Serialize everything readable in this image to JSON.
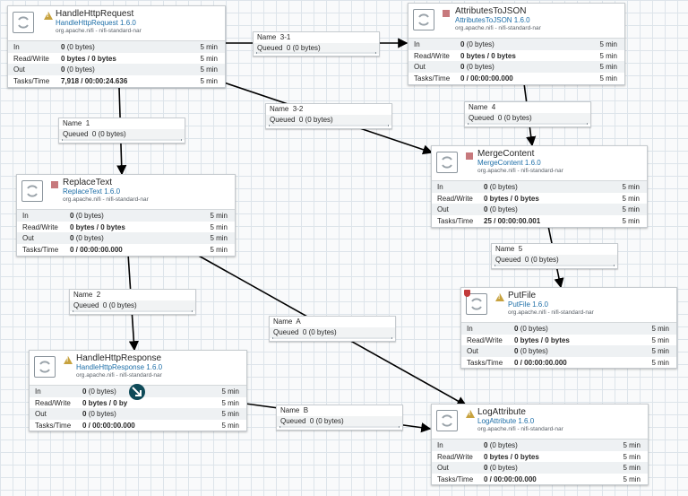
{
  "processors": [
    {
      "id": "handle-http-request",
      "name": "HandleHttpRequest",
      "type": "HandleHttpRequest 1.6.0",
      "bundle": "org.apache.nifi - nifi-standard-nar",
      "status": "warning",
      "stats": [
        {
          "label": "In",
          "value": "0",
          "detail": "(0 bytes)",
          "time": "5 min"
        },
        {
          "label": "Read/Write",
          "value": "0 bytes / 0 bytes",
          "detail": "",
          "time": "5 min"
        },
        {
          "label": "Out",
          "value": "0",
          "detail": "(0 bytes)",
          "time": "5 min"
        },
        {
          "label": "Tasks/Time",
          "value": "7,918 / 00:00:24.636",
          "detail": "",
          "time": "5 min"
        }
      ]
    },
    {
      "id": "attributes-to-json",
      "name": "AttributesToJSON",
      "type": "AttributesToJSON 1.6.0",
      "bundle": "org.apache.nifi - nifi-standard-nar",
      "status": "stopped",
      "stats": [
        {
          "label": "In",
          "value": "0",
          "detail": "(0 bytes)",
          "time": "5 min"
        },
        {
          "label": "Read/Write",
          "value": "0 bytes / 0 bytes",
          "detail": "",
          "time": "5 min"
        },
        {
          "label": "Out",
          "value": "0",
          "detail": "(0 bytes)",
          "time": "5 min"
        },
        {
          "label": "Tasks/Time",
          "value": "0 / 00:00:00.000",
          "detail": "",
          "time": "5 min"
        }
      ]
    },
    {
      "id": "replace-text",
      "name": "ReplaceText",
      "type": "ReplaceText 1.6.0",
      "bundle": "org.apache.nifi - nifi-standard-nar",
      "status": "stopped",
      "stats": [
        {
          "label": "In",
          "value": "0",
          "detail": "(0 bytes)",
          "time": "5 min"
        },
        {
          "label": "Read/Write",
          "value": "0 bytes / 0 bytes",
          "detail": "",
          "time": "5 min"
        },
        {
          "label": "Out",
          "value": "0",
          "detail": "(0 bytes)",
          "time": "5 min"
        },
        {
          "label": "Tasks/Time",
          "value": "0 / 00:00:00.000",
          "detail": "",
          "time": "5 min"
        }
      ]
    },
    {
      "id": "merge-content",
      "name": "MergeContent",
      "type": "MergeContent 1.6.0",
      "bundle": "org.apache.nifi - nifi-standard-nar",
      "status": "stopped",
      "stats": [
        {
          "label": "In",
          "value": "0",
          "detail": "(0 bytes)",
          "time": "5 min"
        },
        {
          "label": "Read/Write",
          "value": "0 bytes / 0 bytes",
          "detail": "",
          "time": "5 min"
        },
        {
          "label": "Out",
          "value": "0",
          "detail": "(0 bytes)",
          "time": "5 min"
        },
        {
          "label": "Tasks/Time",
          "value": "25 / 00:00:00.001",
          "detail": "",
          "time": "5 min"
        }
      ]
    },
    {
      "id": "put-file",
      "name": "PutFile",
      "type": "PutFile 1.6.0",
      "bundle": "org.apache.nifi - nifi-standard-nar",
      "status": "warning",
      "stats": [
        {
          "label": "In",
          "value": "0",
          "detail": "(0 bytes)",
          "time": "5 min"
        },
        {
          "label": "Read/Write",
          "value": "0 bytes / 0 bytes",
          "detail": "",
          "time": "5 min"
        },
        {
          "label": "Out",
          "value": "0",
          "detail": "(0 bytes)",
          "time": "5 min"
        },
        {
          "label": "Tasks/Time",
          "value": "0 / 00:00:00.000",
          "detail": "",
          "time": "5 min"
        }
      ]
    },
    {
      "id": "handle-http-response",
      "name": "HandleHttpResponse",
      "type": "HandleHttpResponse 1.6.0",
      "bundle": "org.apache.nifi - nifi-standard-nar",
      "status": "warning",
      "stats": [
        {
          "label": "In",
          "value": "0",
          "detail": "(0 bytes)",
          "time": "5 min"
        },
        {
          "label": "Read/Write",
          "value": "0 bytes / 0 by",
          "detail": "",
          "time": "5 min"
        },
        {
          "label": "Out",
          "value": "0",
          "detail": "(0 bytes)",
          "time": "5 min"
        },
        {
          "label": "Tasks/Time",
          "value": "0 / 00:00:00.000",
          "detail": "",
          "time": "5 min"
        }
      ]
    },
    {
      "id": "log-attribute",
      "name": "LogAttribute",
      "type": "LogAttribute 1.6.0",
      "bundle": "org.apache.nifi - nifi-standard-nar",
      "status": "warning",
      "stats": [
        {
          "label": "In",
          "value": "0",
          "detail": "(0 bytes)",
          "time": "5 min"
        },
        {
          "label": "Read/Write",
          "value": "0 bytes / 0 bytes",
          "detail": "",
          "time": "5 min"
        },
        {
          "label": "Out",
          "value": "0",
          "detail": "(0 bytes)",
          "time": "5 min"
        },
        {
          "label": "Tasks/Time",
          "value": "0 / 00:00:00.000",
          "detail": "",
          "time": "5 min"
        }
      ]
    }
  ],
  "connections": [
    {
      "id": "c31",
      "name_label": "Name",
      "name": "3-1",
      "queued_label": "Queued",
      "queued": "0 (0 bytes)"
    },
    {
      "id": "c1",
      "name_label": "Name",
      "name": "1",
      "queued_label": "Queued",
      "queued": "0 (0 bytes)"
    },
    {
      "id": "c32",
      "name_label": "Name",
      "name": "3-2",
      "queued_label": "Queued",
      "queued": "0 (0 bytes)"
    },
    {
      "id": "c4",
      "name_label": "Name",
      "name": "4",
      "queued_label": "Queued",
      "queued": "0 (0 bytes)"
    },
    {
      "id": "c5",
      "name_label": "Name",
      "name": "5",
      "queued_label": "Queued",
      "queued": "0 (0 bytes)"
    },
    {
      "id": "c2",
      "name_label": "Name",
      "name": "2",
      "queued_label": "Queued",
      "queued": "0 (0 bytes)"
    },
    {
      "id": "cA",
      "name_label": "Name",
      "name": "A",
      "queued_label": "Queued",
      "queued": "0 (0 bytes)"
    },
    {
      "id": "cB",
      "name_label": "Name",
      "name": "B",
      "queued_label": "Queued",
      "queued": "0 (0 bytes)"
    }
  ],
  "colors": {
    "warning": "#c7a23e",
    "stopped": "#c7797d",
    "type_link": "#1e6fa8",
    "cursor": "#0e4a58"
  },
  "icons": {
    "processor": "processor-icon",
    "warning": "warning-icon",
    "stopped": "stop-icon",
    "invalid": "invalid-badge-icon",
    "cursor": "pointer-cursor-icon"
  }
}
